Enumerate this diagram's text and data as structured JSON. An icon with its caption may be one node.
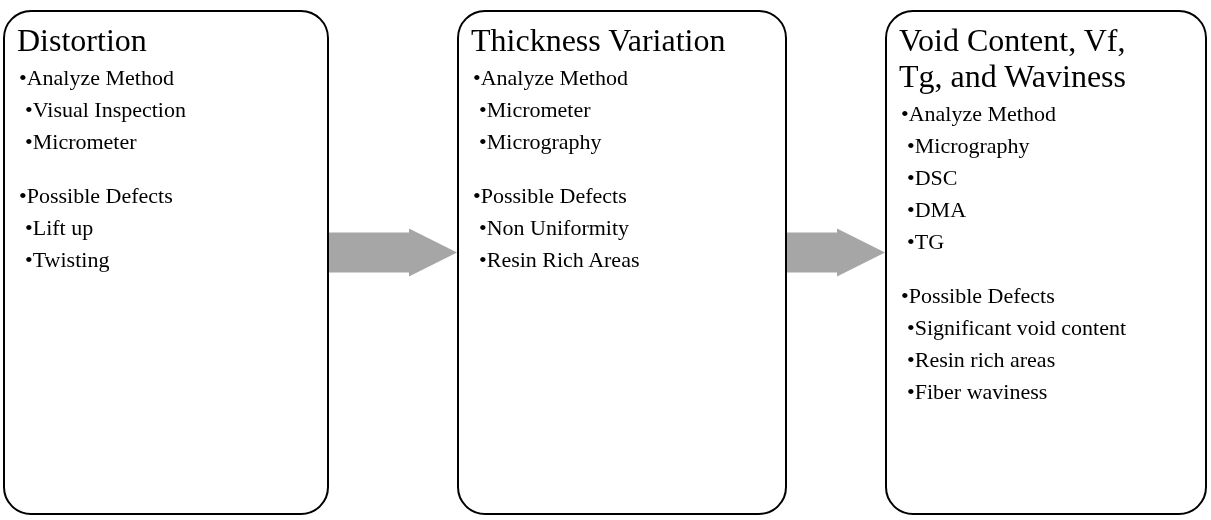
{
  "diagram": {
    "nodes": [
      {
        "text": [
          "Distortion",
          "•Analyze Method",
          "•Visual Inspection",
          "•Micrometer",
          "•Possible Defects",
          "•Lift up",
          "•Twisting"
        ]
      },
      {
        "text": [
          "Thickness Variation",
          "•Analyze Method",
          "•Micrometer",
          "•Micrography",
          "•Possible Defects",
          "•Non Uniformity",
          "•Resin Rich Areas"
        ]
      },
      {
        "text": [
          "Void Content, Vf, Tg, and Waviness",
          "•Analyze Method",
          "•Micrography",
          "•DSC",
          "•DMA",
          "•TG",
          "•Possible Defects",
          "•Significant void content",
          "•Resin rich areas",
          "•Fiber waviness"
        ]
      }
    ],
    "edges": [
      {
        "from": 0,
        "to": 1,
        "arrow": "to"
      },
      {
        "from": 1,
        "to": 2,
        "arrow": "to"
      }
    ]
  }
}
